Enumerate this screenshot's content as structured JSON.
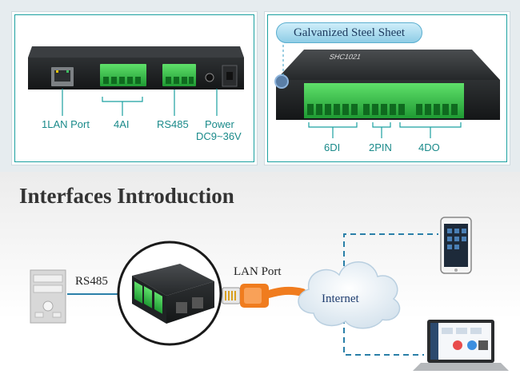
{
  "heading": "Interfaces Introduction",
  "left_panel": {
    "labels": {
      "lan": "1LAN Port",
      "ai": "4AI",
      "rs485": "RS485",
      "power_line1": "Power",
      "power_line2": "DC9~36V"
    }
  },
  "right_panel": {
    "badge": "Galvanized Steel Sheet",
    "device_model": "SHC1021",
    "labels": {
      "di": "6DI",
      "pin": "2PIN",
      "do": "4DO"
    }
  },
  "network": {
    "rs485": "RS485",
    "lan_port": "LAN Port",
    "internet": "Internet"
  },
  "colors": {
    "accent_teal": "#1aa0a0",
    "terminal_green": "#36c04a",
    "cable_orange": "#f07c1e",
    "line_blue": "#2a7fa8"
  }
}
